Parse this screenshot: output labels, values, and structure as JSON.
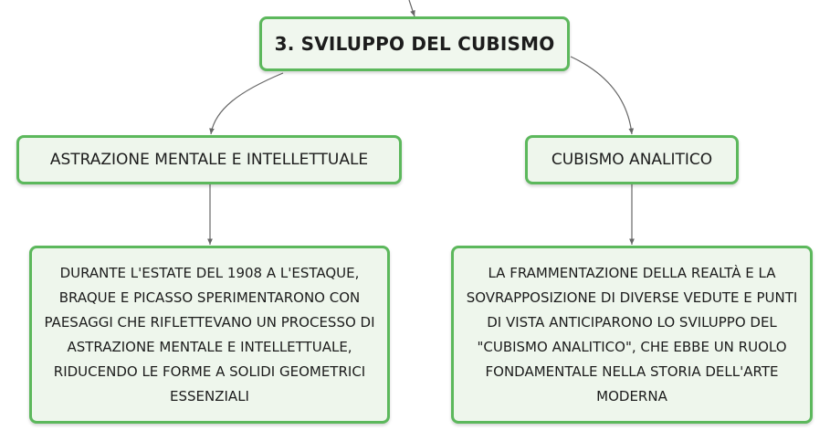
{
  "map": {
    "main_topic": "3. SVILUPPO DEL CUBISMO",
    "branches": [
      {
        "title": "ASTRAZIONE MENTALE E INTELLETTUALE",
        "detail": "DURANTE L'ESTATE DEL 1908 A L'ESTAQUE, BRAQUE E PICASSO SPERIMENTARONO CON PAESAGGI CHE RIFLETTEVANO UN PROCESSO DI ASTRAZIONE MENTALE E INTELLETTUALE, RIDUCENDO LE FORME A SOLIDI GEOMETRICI ESSENZIALI"
      },
      {
        "title": "CUBISMO ANALITICO",
        "detail": "LA FRAMMENTAZIONE DELLA REALTÀ E LA SOVRAPPOSIZIONE DI DIVERSE VEDUTE E PUNTI DI VISTA ANTICIPARONO LO SVILUPPO DEL \"CUBISMO ANALITICO\", CHE EBBE UN RUOLO FONDAMENTALE NELLA STORIA DELL'ARTE MODERNA"
      }
    ]
  },
  "colors": {
    "node_border": "#5cb85c",
    "node_fill": "#eef6ec",
    "connector": "#666666"
  }
}
